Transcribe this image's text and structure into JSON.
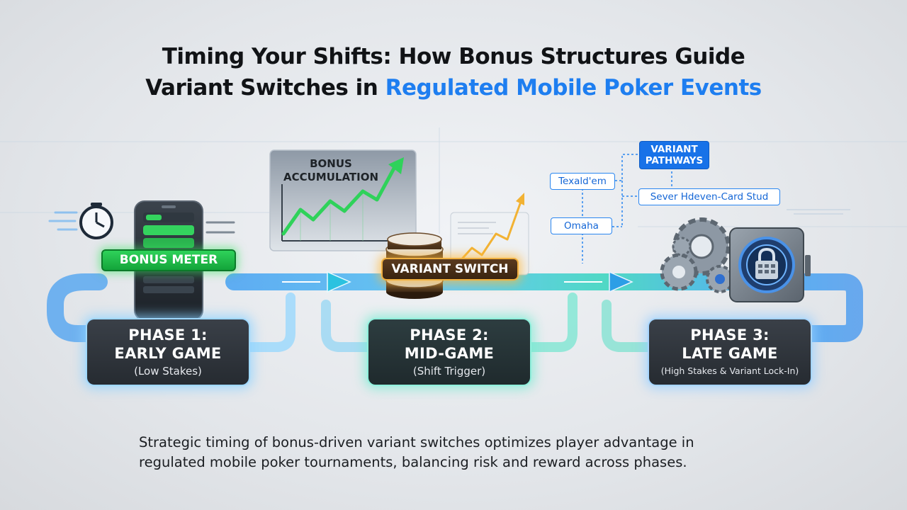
{
  "title": {
    "line1": "Timing Your Shifts: How Bonus Structures Guide",
    "line2_plain": "Variant Switches in",
    "line2_accent": "Regulated Mobile Poker Events"
  },
  "phases": [
    {
      "title_line1": "PHASE 1:",
      "title_line2": "EARLY GAME",
      "subtitle": "(Low Stakes)"
    },
    {
      "title_line1": "PHASE 2:",
      "title_line2": "MID-GAME",
      "subtitle": "(Shift Trigger)"
    },
    {
      "title_line1": "PHASE 3:",
      "title_line2": "LATE GAME",
      "subtitle": "(High Stakes & Variant Lock-In)"
    }
  ],
  "labels": {
    "bonus_meter": "BONUS METER",
    "bonus_accumulation_line1": "BONUS",
    "bonus_accumulation_line2": "ACCUMULATION",
    "variant_switch": "VARIANT SWITCH"
  },
  "pathways": {
    "heading_line1": "VARIANT",
    "heading_line2": "PATHWAYS",
    "items": [
      "Texald'em",
      "Omaha",
      "Sever Hdeven-Card Stud"
    ]
  },
  "caption": {
    "line1": "Strategic timing of bonus-driven variant switches optimizes player advantage in",
    "line2": "regulated mobile poker tournaments, balancing risk and reward across phases."
  },
  "colors": {
    "accent_blue": "#1e7ef0",
    "meter_green": "#1fbf4a",
    "switch_gold": "#f0b040",
    "flow_teal": "#3fd6c0"
  },
  "icons": [
    "clock-icon",
    "phone-icon",
    "growth-chart-icon",
    "chip-stack-icon",
    "trend-arrow-icon",
    "gears-icon",
    "vault-lock-icon"
  ]
}
